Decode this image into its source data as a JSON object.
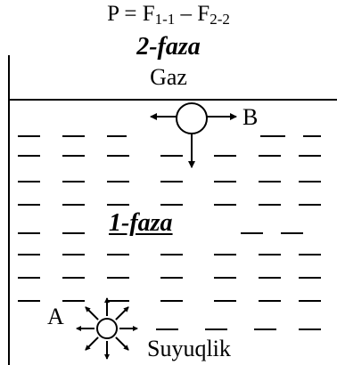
{
  "formula": {
    "lhs": "P",
    "equals": " = ",
    "f1": "F",
    "f1_sub": "1-1",
    "minus": " – ",
    "f2": "F",
    "f2_sub": "2-2"
  },
  "labels": {
    "phase_2": "2-faza",
    "gas": "Gaz",
    "point_b": "B",
    "phase_1": "1-faza",
    "point_a": "A",
    "liquid": "Suyuqlik"
  },
  "icons": {
    "bubble_b": "bubble-with-force-arrows-icon",
    "bubble_a": "bubble-with-radial-arrows-icon"
  },
  "colors": {
    "ink": "#000000",
    "background": "#ffffff"
  }
}
